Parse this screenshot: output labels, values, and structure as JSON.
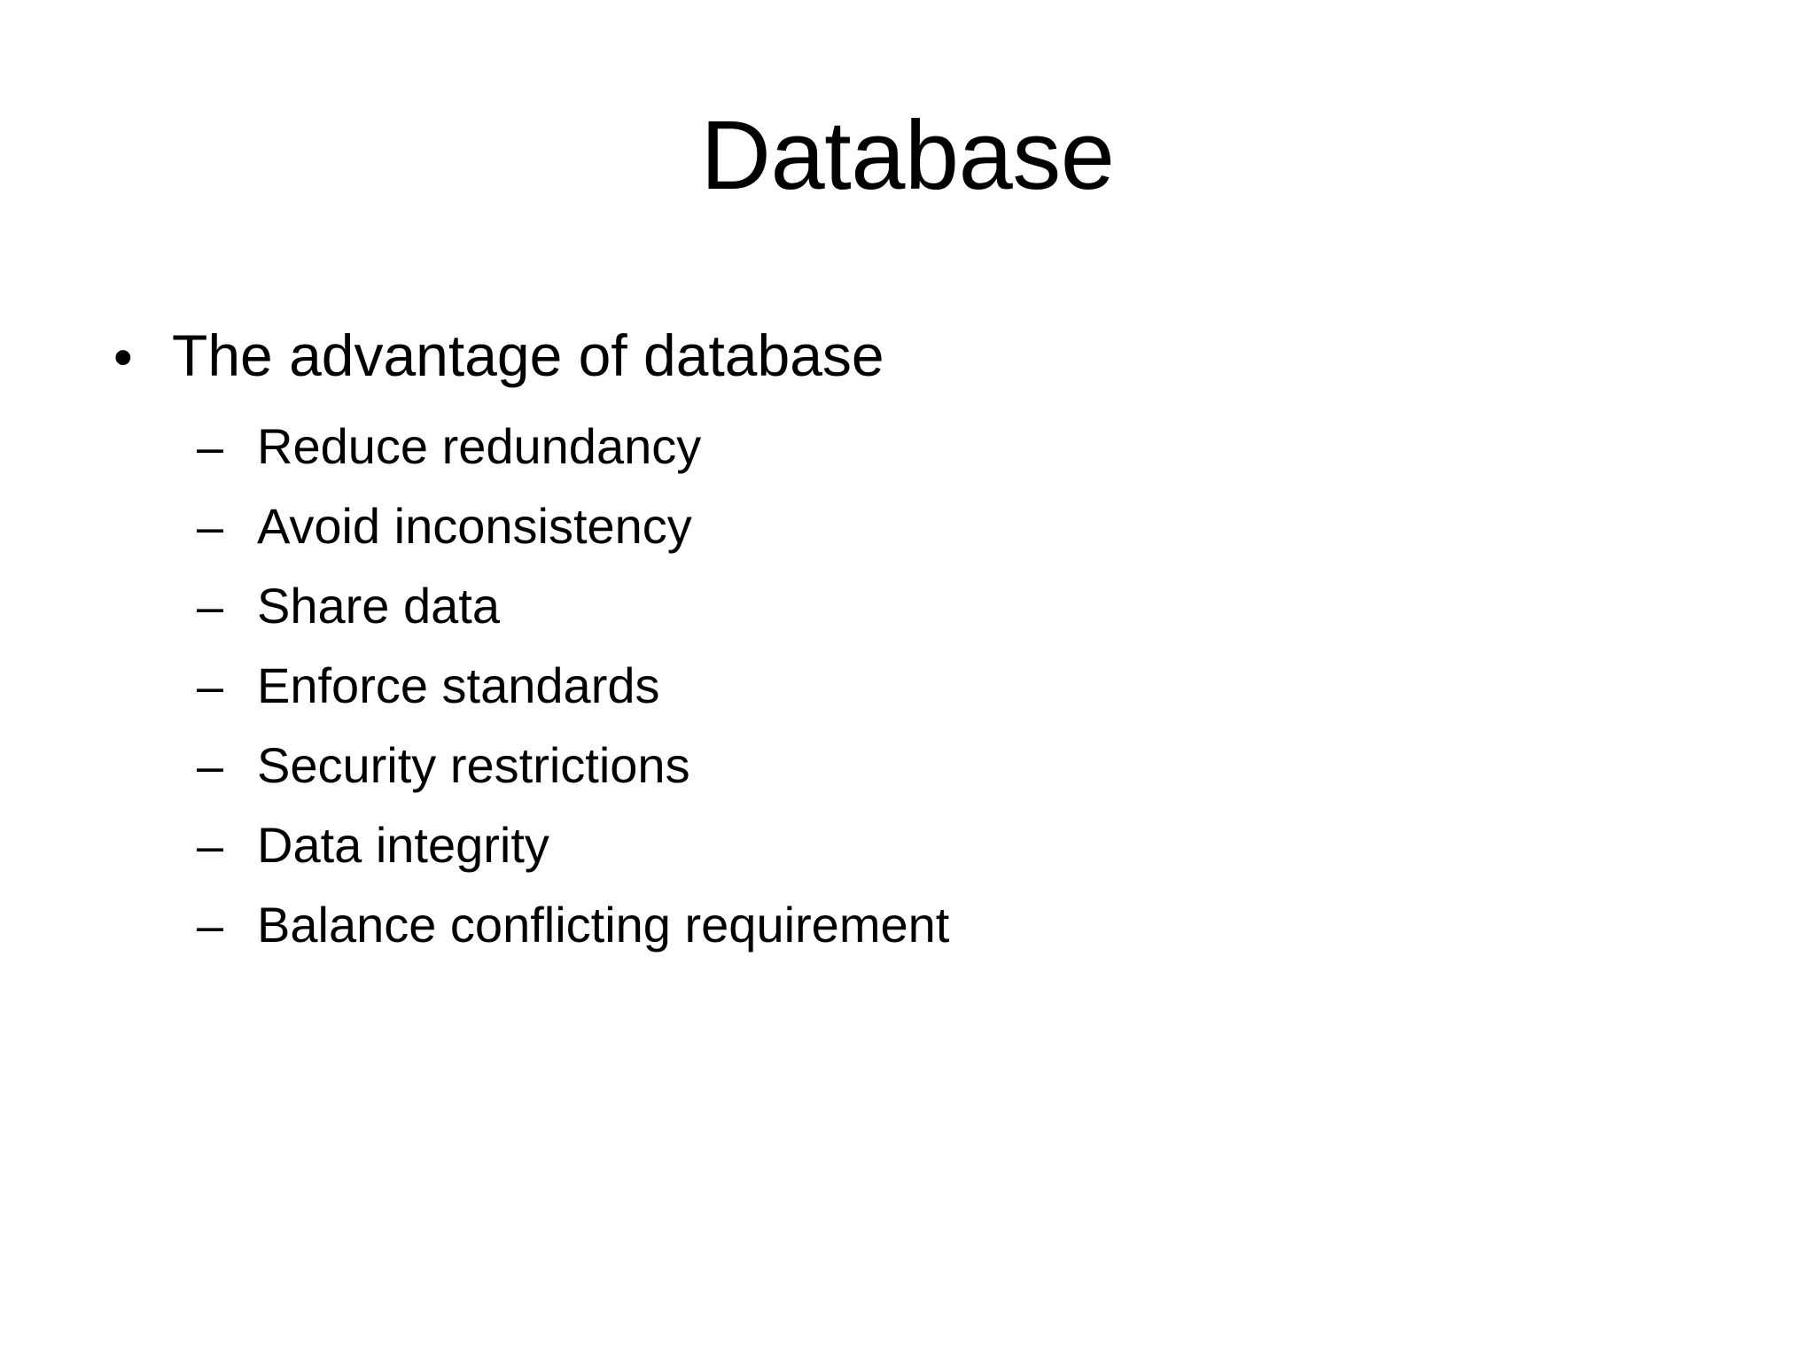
{
  "slide": {
    "title": "Database",
    "background_color": "#FFFFFF",
    "text_color": "#000000",
    "body": {
      "level1": [
        {
          "marker": "•",
          "text": "The advantage of database",
          "level2": [
            {
              "marker": "–",
              "text": "Reduce redundancy"
            },
            {
              "marker": "–",
              "text": "Avoid inconsistency"
            },
            {
              "marker": "–",
              "text": "Share data"
            },
            {
              "marker": "–",
              "text": "Enforce standards"
            },
            {
              "marker": "–",
              "text": "Security restrictions"
            },
            {
              "marker": "–",
              "text": "Data integrity"
            },
            {
              "marker": "–",
              "text": "Balance conflicting requirement"
            }
          ]
        }
      ]
    }
  }
}
